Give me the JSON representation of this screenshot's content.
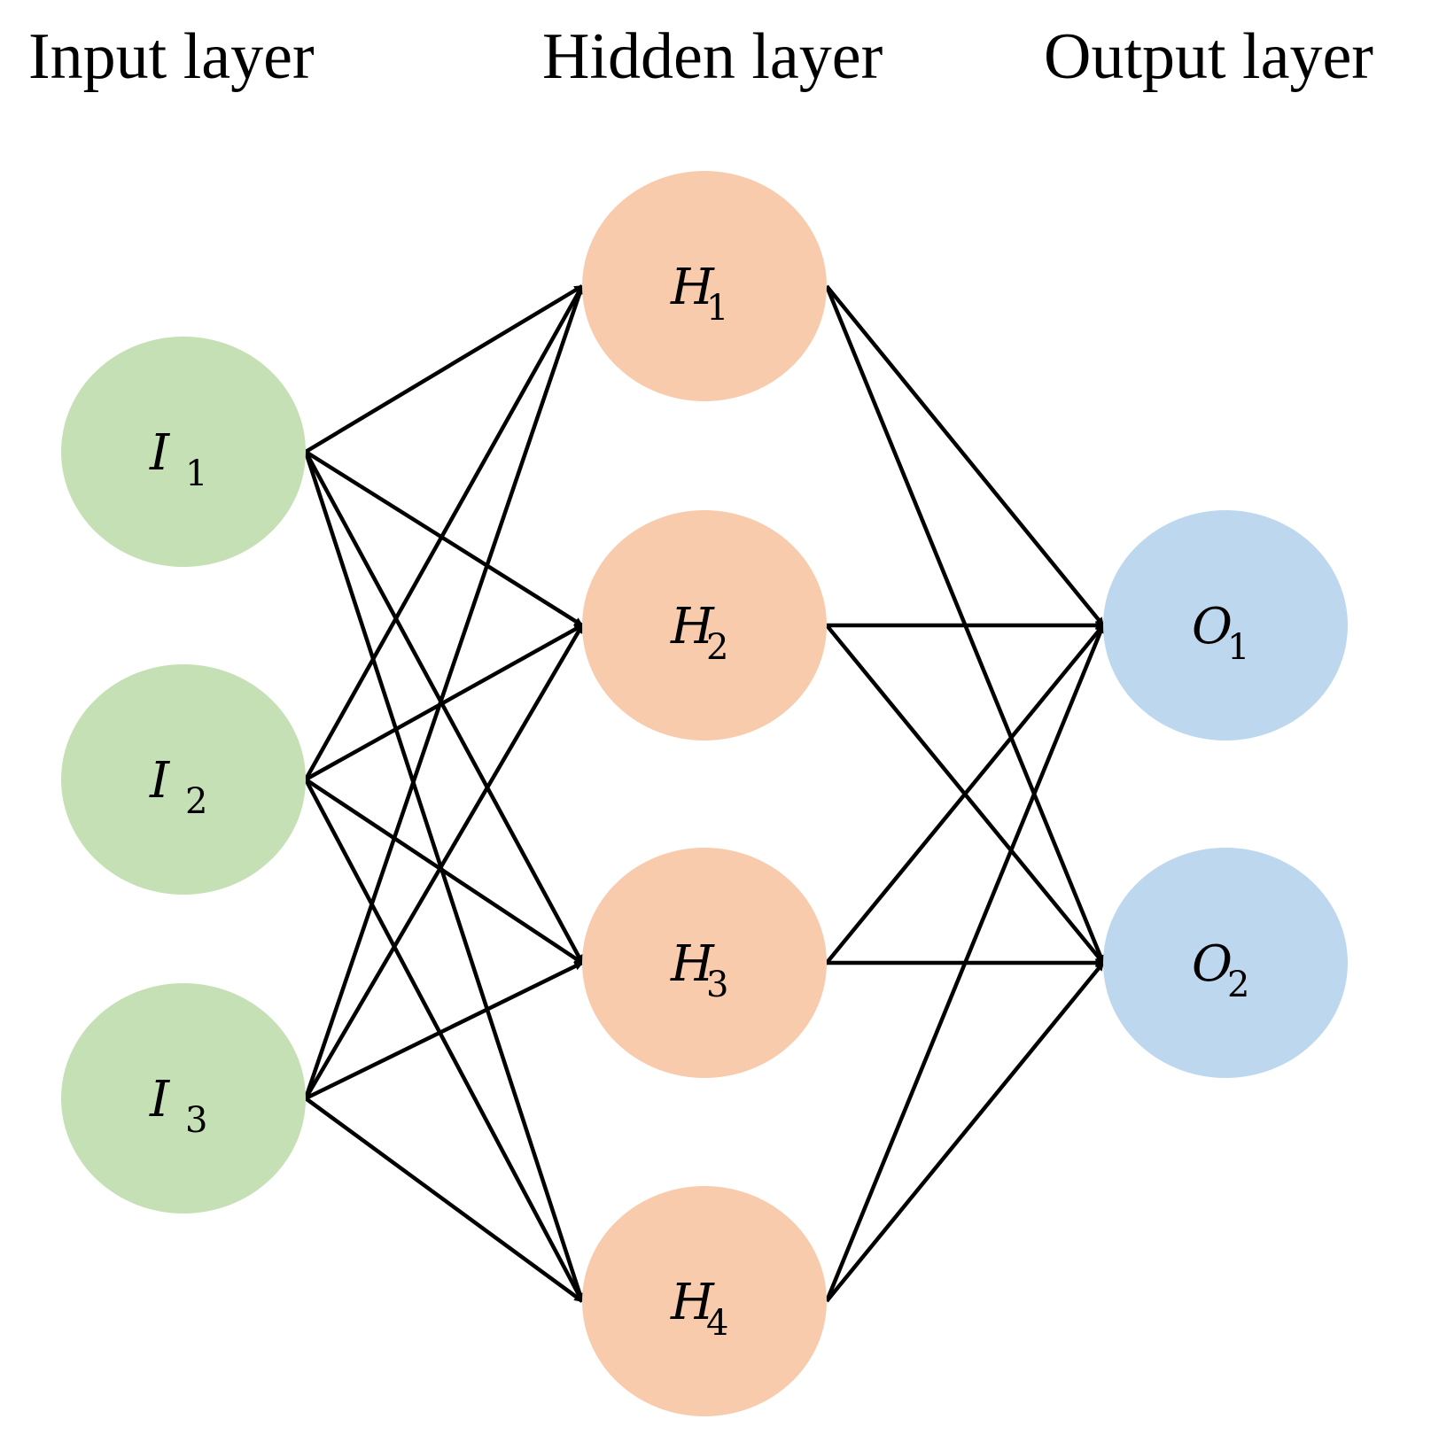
{
  "layers": {
    "input": {
      "title": "Input layer",
      "color": "#c5e0b4",
      "nodes": [
        {
          "letter": "I",
          "sub": "1"
        },
        {
          "letter": "I",
          "sub": "2"
        },
        {
          "letter": "I",
          "sub": "3"
        }
      ]
    },
    "hidden": {
      "title": "Hidden layer",
      "color": "#f8cbad",
      "nodes": [
        {
          "letter": "H",
          "sub": "1"
        },
        {
          "letter": "H",
          "sub": "2"
        },
        {
          "letter": "H",
          "sub": "3"
        },
        {
          "letter": "H",
          "sub": "4"
        }
      ]
    },
    "output": {
      "title": "Output layer",
      "color": "#bdd7ee",
      "nodes": [
        {
          "letter": "O",
          "sub": "1"
        },
        {
          "letter": "O",
          "sub": "2"
        }
      ]
    }
  },
  "connections": "fully-connected",
  "edge_color": "#000000"
}
